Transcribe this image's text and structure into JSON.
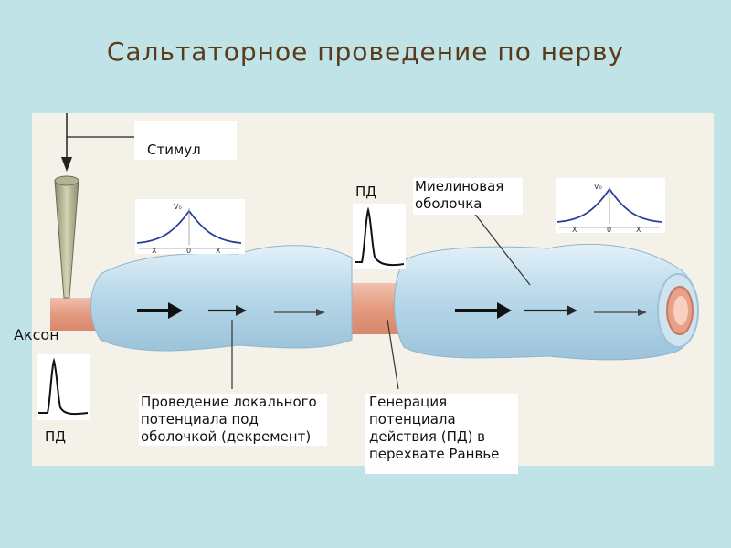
{
  "title": "Сальтаторное проведение по нерву",
  "labels": {
    "stimulus": "Стимул",
    "axon": "Аксон",
    "ap_left": "ПД",
    "ap_middle": "ПД",
    "myelin": "Миелиновая оболочка",
    "local_conduction": "Проведение локального потенциала под оболочкой (декремент)",
    "node_generation": "Генерация потенциала действия (ПД) в перехвате Ранвье"
  },
  "plot_labels": {
    "v0": "V₀",
    "x_left": "X",
    "zero": "0",
    "x_right": "X"
  },
  "colors": {
    "title": "#5a3a1a",
    "background": "#bfe3e6",
    "panel": "#f3f1e8",
    "axon": "#e8a088",
    "myelin": "#b9d9ea",
    "decay_curve": "#2a3f9a"
  }
}
